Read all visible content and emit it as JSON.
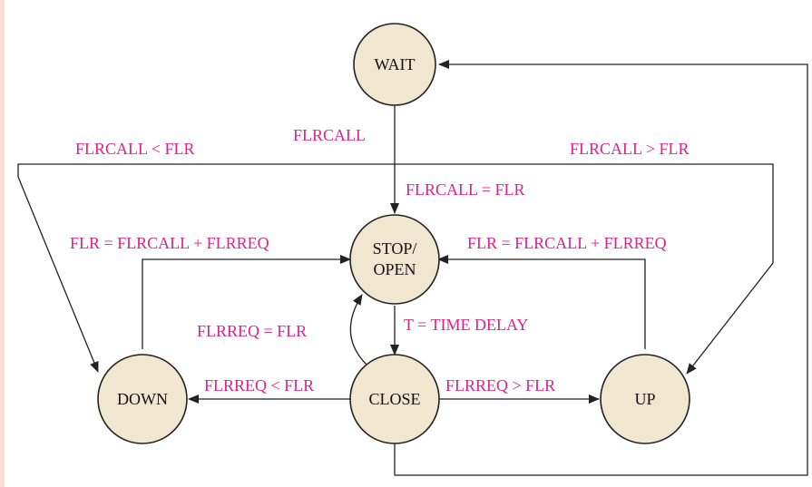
{
  "background_color": "#f7dcd8",
  "node_fill": "#f1e6d0",
  "label_color": "#e0218a",
  "states": {
    "wait": "WAIT",
    "stop_open_line1": "STOP/",
    "stop_open_line2": "OPEN",
    "down": "DOWN",
    "close": "CLOSE",
    "up": "UP"
  },
  "transitions": {
    "wait_to_stop": "FLRCALL",
    "wait_to_down": "FLRCALL < FLR",
    "wait_to_up": "FLRCALL > FLR",
    "arrive_stop": "FLRCALL = FLR",
    "down_to_stop": "FLR = FLRCALL + FLRREQ",
    "up_to_stop": "FLR = FLRCALL + FLRREQ",
    "close_to_stop": "FLRREQ = FLR",
    "stop_to_close": "T = TIME DELAY",
    "close_to_down": "FLRREQ < FLR",
    "close_to_up": "FLRREQ > FLR"
  }
}
